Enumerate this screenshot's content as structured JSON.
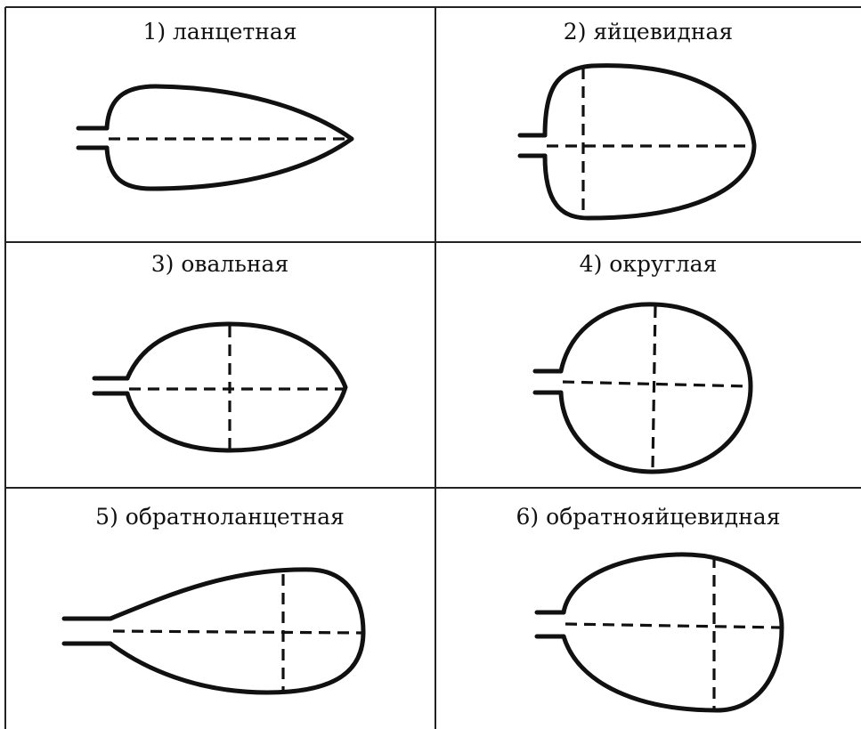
{
  "cells": [
    {
      "label": "1) ланцетная"
    },
    {
      "label": "2) яйцевидная"
    },
    {
      "label": "3) овальная"
    },
    {
      "label": "4) округлая"
    },
    {
      "label": "5) обратноланцетная"
    },
    {
      "label": "6) обратнояйцевидная"
    }
  ]
}
